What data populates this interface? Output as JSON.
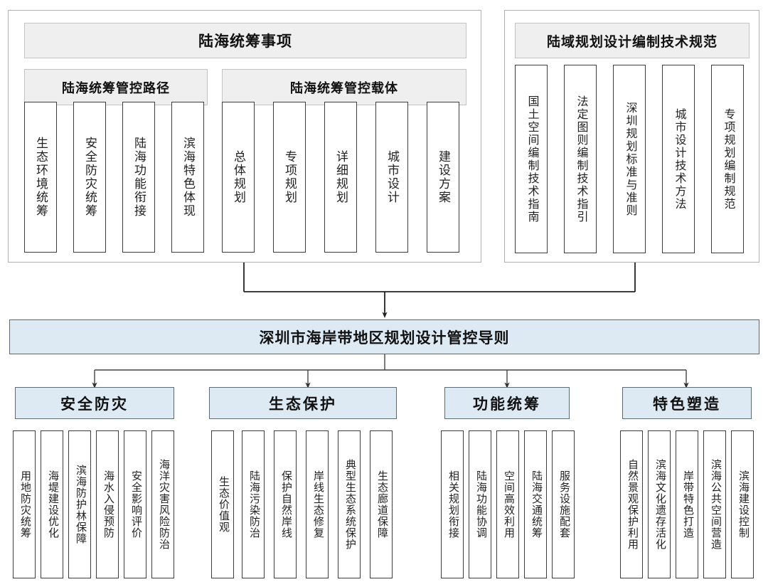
{
  "colors": {
    "panel_border": "#b0b0b0",
    "header_fill": "#efefef",
    "header_border": "#c3c3c3",
    "item_border": "#3d3d3d",
    "accent_fill": "#deeaf3",
    "accent_border": "#5a6a72",
    "connector": "#222222"
  },
  "top_left_panel": {
    "title": "陆海统筹事项",
    "subheaders": [
      {
        "label": "陆海统筹管控路径"
      },
      {
        "label": "陆海统筹管控载体"
      }
    ],
    "path_items": [
      {
        "label": "生态环境统筹"
      },
      {
        "label": "安全防灾统筹"
      },
      {
        "label": "陆海功能衔接"
      },
      {
        "label": "滨海特色体现"
      }
    ],
    "carrier_items": [
      {
        "label": "总体规划"
      },
      {
        "label": "专项规划"
      },
      {
        "label": "详细规划"
      },
      {
        "label": "城市设计"
      },
      {
        "label": "建设方案"
      }
    ]
  },
  "top_right_panel": {
    "title": "陆域规划设计编制技术规范",
    "items": [
      {
        "label": "国土空间编制技术指南"
      },
      {
        "label": "法定图则编制技术指引"
      },
      {
        "label": "深圳规划标准与准则"
      },
      {
        "label": "城市设计技术方法"
      },
      {
        "label": "专项规划编制规范"
      }
    ]
  },
  "main_bar": {
    "title": "深圳市海岸带地区规划设计管控导则"
  },
  "categories": [
    {
      "label": "安全防灾",
      "items": [
        {
          "label": "用地防灾统筹"
        },
        {
          "label": "海堤建设优化"
        },
        {
          "label": "滨海防护林保障"
        },
        {
          "label": "海水入侵预防"
        },
        {
          "label": "安全影响评价"
        },
        {
          "label": "海洋灾害风险防治"
        }
      ]
    },
    {
      "label": "生态保护",
      "items": [
        {
          "label": "生态价值观"
        },
        {
          "label": "陆海污染防治"
        },
        {
          "label": "保护自然岸线"
        },
        {
          "label": "岸线生态修复"
        },
        {
          "label": "典型生态系统保护"
        },
        {
          "label": "生态廊道保障"
        }
      ]
    },
    {
      "label": "功能统筹",
      "items": [
        {
          "label": "相关规划衔接"
        },
        {
          "label": "陆海功能协调"
        },
        {
          "label": "空间高效利用"
        },
        {
          "label": "陆海交通统筹"
        },
        {
          "label": "服务设施配套"
        }
      ]
    },
    {
      "label": "特色塑造",
      "items": [
        {
          "label": "自然景观保护利用"
        },
        {
          "label": "滨海文化遗存活化"
        },
        {
          "label": "岸带特色打造"
        },
        {
          "label": "滨海公共空间营造"
        },
        {
          "label": "滨海建设控制"
        }
      ]
    }
  ]
}
